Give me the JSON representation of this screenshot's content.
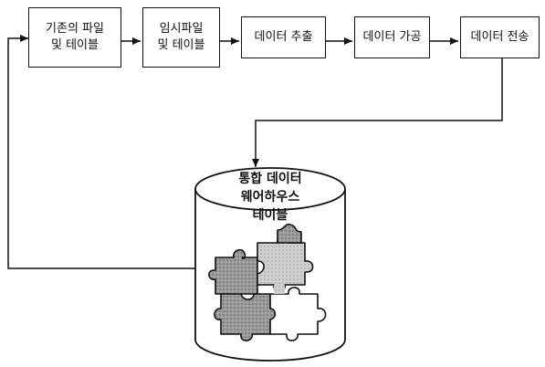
{
  "boxes": {
    "existing": "기존의 파일\n및 테이블",
    "temp": "임시파일\n및 테이블",
    "extract": "데이터 추출",
    "process": "데이터 가공",
    "transfer": "데이터 전송"
  },
  "warehouse": {
    "label": "통합 데이터\n웨어하우스\n테이블"
  },
  "colors": {
    "stroke": "#111111",
    "puzzle_dark": "#8a8a8a",
    "puzzle_light": "#c8c8c8"
  }
}
